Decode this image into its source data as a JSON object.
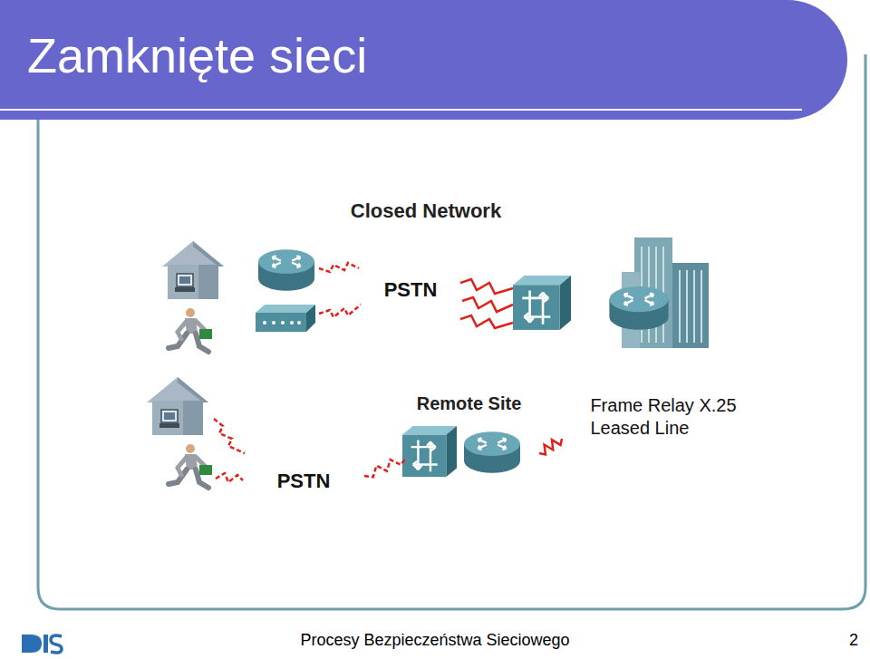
{
  "diagram": {
    "title": "Zamknięte sieci",
    "nodes": [
      {
        "text": [
          "Closed Network"
        ]
      },
      {
        "text": [
          "PSTN"
        ],
        "in": 0
      },
      {
        "text": [
          "Remote Site"
        ],
        "in": 0
      },
      {
        "text": [
          "Frame Relay X.25 Leased Line"
        ],
        "in": 0
      },
      {
        "text": [
          "PSTN"
        ],
        "in": 0
      }
    ],
    "edges": [
      {
        "from": 4,
        "to": 2,
        "arrow": "none"
      },
      {
        "from": 2,
        "to": 3,
        "arrow": "none"
      }
    ],
    "labels": [
      "Procesy Bezpieczeństwa Sieciowego",
      "2"
    ]
  }
}
